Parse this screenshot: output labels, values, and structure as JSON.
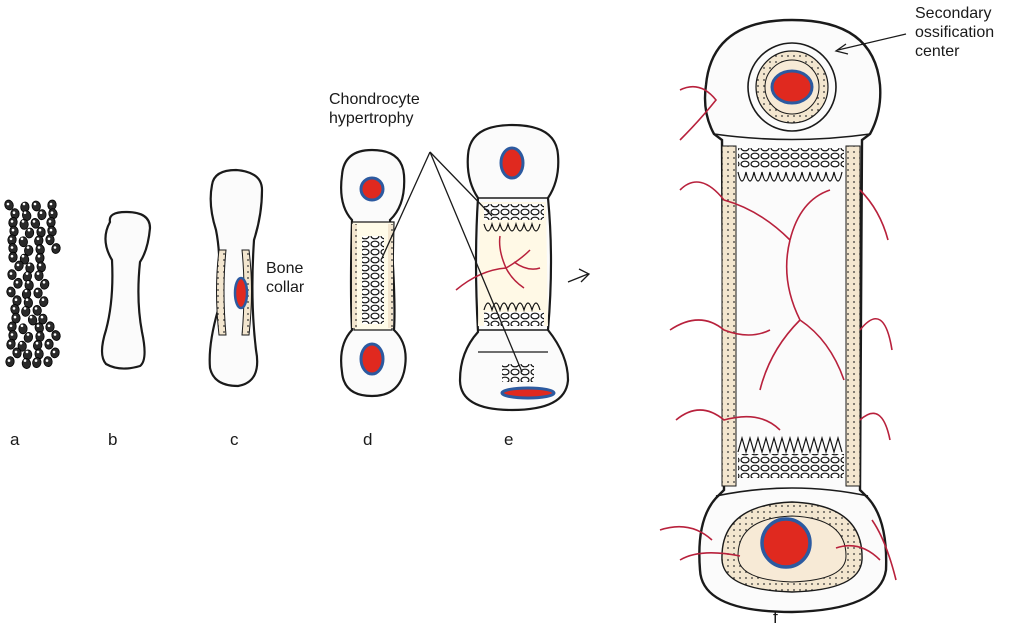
{
  "stages": [
    {
      "id": "a",
      "label": "a"
    },
    {
      "id": "b",
      "label": "b"
    },
    {
      "id": "c",
      "label": "c"
    },
    {
      "id": "d",
      "label": "d"
    },
    {
      "id": "e",
      "label": "e"
    },
    {
      "id": "f",
      "label": "f"
    }
  ],
  "annotations": {
    "bone_collar_line1": "Bone",
    "bone_collar_line2": "collar",
    "chondrocyte_line1": "Chondrocyte",
    "chondrocyte_line2": "hypertrophy",
    "secondary_line1": "Secondary",
    "secondary_line2": "ossification",
    "secondary_line3": "center"
  },
  "colors": {
    "ossification_center_fill": "#e0291f",
    "ossification_center_ring": "#2c5aa0",
    "blood_vessel": "#b8213c",
    "bone_stipple": "#f1e2c9",
    "outline": "#1a1a1a"
  }
}
